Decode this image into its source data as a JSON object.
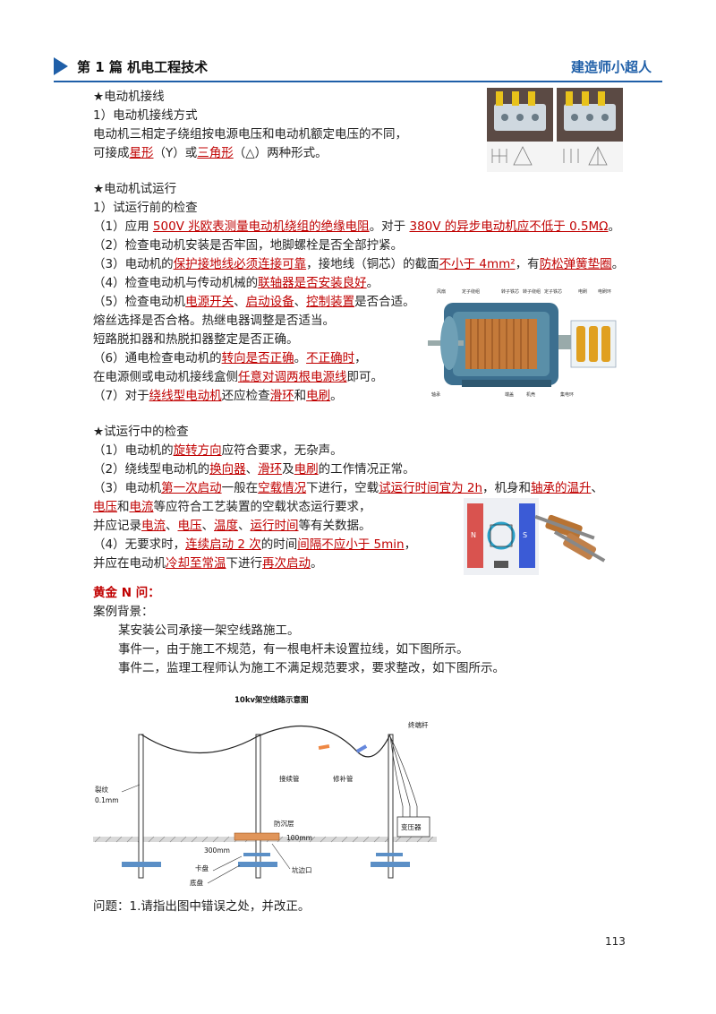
{
  "header": {
    "title": "第 1 篇  机电工程技术",
    "brand": "建造师小超人"
  },
  "section1": {
    "heading": "★电动机接线",
    "sub": "1）电动机接线方式",
    "line1": "电动机三相定子绕组按电源电压和电动机额定电压的不同，",
    "line2": [
      "可接成",
      "星形",
      "（Y）或",
      "三角形",
      "（△）两种形式。"
    ]
  },
  "section2": {
    "heading": "★电动机试运行",
    "sub": "1）试运行前的检查",
    "i1": [
      "（1）应用 ",
      "500V 兆欧表测量电动机绕组的绝缘电阻",
      "。对于 ",
      "380V 的异步电动机应不低于 0.5MΩ",
      "。"
    ],
    "i2": "（2）检查电动机安装是否牢固，地脚螺栓是否全部拧紧。",
    "i3": [
      "（3）电动机的",
      "保护接地线必须连接可靠",
      "，接地线（铜芯）的截面",
      "不小于 4mm²",
      "，有",
      "防松弹簧垫圈",
      "。"
    ],
    "i4": [
      "（4）检查电动机与传动机械的",
      "联轴器是否安装良好",
      "。"
    ],
    "i5": [
      "（5）检查电动机",
      "电源开关",
      "、",
      "启动设备",
      "、",
      "控制装置",
      "是否合适。"
    ],
    "i5b": "熔丝选择是否合格。热继电器调整是否适当。",
    "i5c": "短路脱扣器和热脱扣器整定是否正确。",
    "i6": [
      "（6）通电检查电动机的",
      "转向是否正确",
      "。",
      "不正确时",
      "，"
    ],
    "i6b": [
      "在电源侧或电动机接线盒侧",
      "任意对调两根电源线",
      "即可。"
    ],
    "i7": [
      "（7）对于",
      "绕线型电动机",
      "还应检查",
      "滑环",
      "和",
      "电刷",
      "。"
    ]
  },
  "section3": {
    "heading": "★试运行中的检查",
    "i1": [
      "（1）电动机的",
      "旋转方向",
      "应符合要求，无杂声。"
    ],
    "i2": [
      "（2）绕线型电动机的",
      "换向器",
      "、",
      "滑环",
      "及",
      "电刷",
      "的工作情况正常。"
    ],
    "i3": [
      "（3）电动机",
      "第一次启动",
      "一般在",
      "空载情况",
      "下进行，空载",
      "试运行时间宜为 2h",
      "，机身和",
      "轴承的温升",
      "、"
    ],
    "i3b": [
      "电压",
      "和",
      "电流",
      "等应符合工艺装置的空载状态运行要求，"
    ],
    "i3c": [
      "并应记录",
      "电流",
      "、",
      "电压",
      "、",
      "温度",
      "、",
      "运行时间",
      "等有关数据。"
    ],
    "i4": [
      "（4）无要求时，",
      "连续启动 2 次",
      "的时间",
      "间隔不应小于 5min",
      "，"
    ],
    "i4b": [
      "并应在电动机",
      "冷却至常温",
      "下进行",
      "再次启动",
      "。"
    ]
  },
  "case": {
    "heading": "黄金 N 问：",
    "bg": "案例背景：",
    "l1": "某安装公司承接一架空线路施工。",
    "l2": "事件一，由于施工不规范，有一根电杆未设置拉线，如下图所示。",
    "l3": "事件二，监理工程师认为施工不满足规范要求，要求整改，如下图所示。",
    "question": "问题：1.请指出图中错误之处，并改正。"
  },
  "motor_labels": [
    "风扇",
    "定子绕组",
    "转子铁芯",
    "转子绕组",
    "定子铁芯",
    "电刷",
    "电刷环",
    "轴承",
    "端盖",
    "机壳",
    "集电环"
  ],
  "diagram": {
    "title": "10kv架空线路示意图",
    "crack": "裂纹",
    "crack_w": "0.1mm",
    "connector": "接续管",
    "repair": "修补管",
    "end_pole": "终端杆",
    "transformer": "变压器",
    "anti_sink": "防沉层",
    "h100": "100mm",
    "h300": "300mm",
    "chuck": "卡盘",
    "base": "底盘",
    "pit": "坑边口"
  },
  "page": "113"
}
